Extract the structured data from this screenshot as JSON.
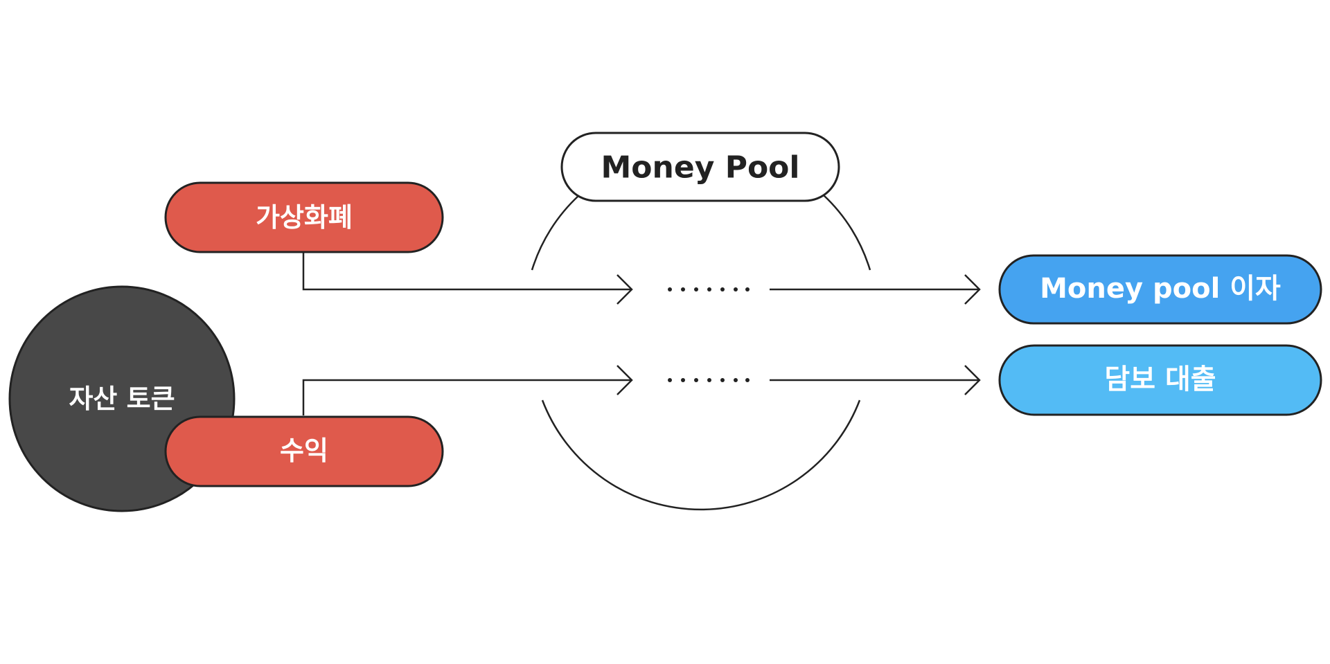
{
  "nodes": {
    "asset_token": {
      "label": "자산 토큰",
      "color": "#484848"
    },
    "virtual_currency": {
      "label": "가상화폐",
      "color": "#df5a4c"
    },
    "revenue": {
      "label": "수익",
      "color": "#df5a4c"
    },
    "money_pool": {
      "label": "Money Pool",
      "color": "#ffffff"
    },
    "money_pool_interest": {
      "label": "Money pool 이자",
      "color": "#45a3f0"
    },
    "collateral_loan": {
      "label": "담보 대출",
      "color": "#53bbf5"
    }
  },
  "colors": {
    "stroke": "#222222",
    "background": "#ffffff"
  }
}
